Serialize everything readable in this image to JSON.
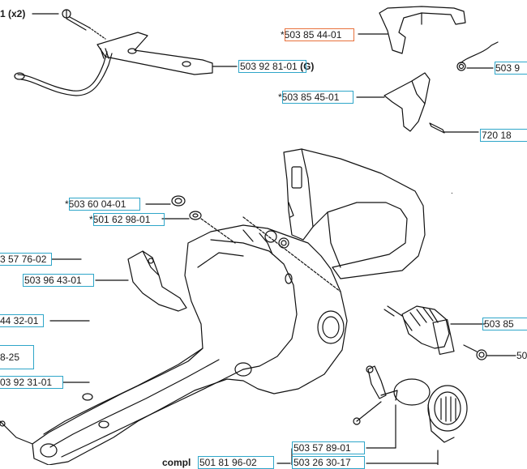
{
  "colors": {
    "highlight_cyan": "#2fa6c9",
    "highlight_orange": "#e8713c",
    "line": "#111111"
  },
  "labels": {
    "x2": "1 (x2)",
    "p_503_85_44_01": "503 85 44-01",
    "p_503_9": "503 9",
    "p_503_92_81_01": "503 92 81-01",
    "suffix_g": "(G)",
    "p_503_85_45_01": "503 85 45-01",
    "p_720_18": "720 18",
    "p_503_60_04_01": "503 60 04-01",
    "p_501_62_98_01": "501 62 98-01",
    "p_3_57_76_02": "3 57 76-02",
    "p_503_96_43_01": "503 96 43-01",
    "p_44_32_01": "44 32-01",
    "p_503_85": "503 85",
    "p_50": "50",
    "p_8_25": "8-25",
    "p_03_92_31_01": "03 92 31-01",
    "p_503_57_89_01": "503 57 89-01",
    "compl": "compl",
    "p_501_81_96_02": "501 81 96-02",
    "p_503_26_30_17": "503 26 30-17",
    "asterisk": "*"
  }
}
